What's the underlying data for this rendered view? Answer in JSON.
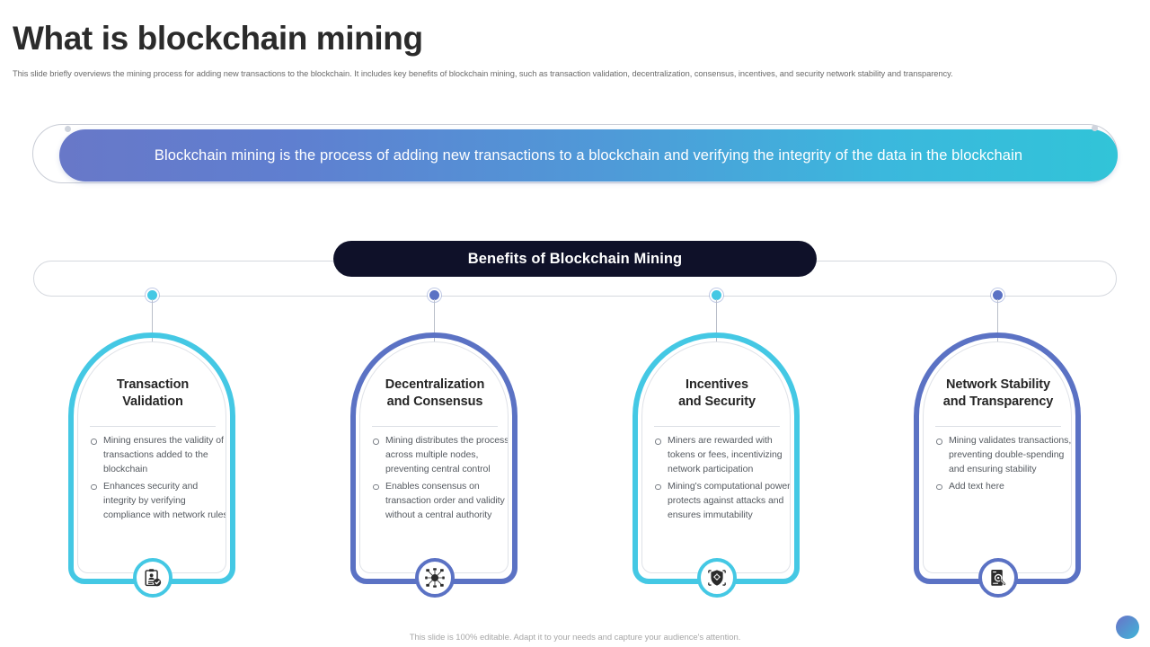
{
  "header": {
    "title": "What is blockchain mining",
    "subtitle": "This slide briefly overviews the mining process for adding new transactions to the blockchain. It includes key benefits of blockchain mining,  such as transaction validation, decentralization, consensus, incentives, and security network stability and transparency."
  },
  "hero": {
    "text": "Blockchain mining is the process of adding new transactions to a blockchain and verifying the integrity of the data in the blockchain",
    "gradient_from": "#6878c8",
    "gradient_to": "#31c4d8"
  },
  "section": {
    "heading": "Benefits of Blockchain Mining",
    "pill_color": "#0f1129"
  },
  "cards": [
    {
      "title": "Transaction\nValidation",
      "title_line1": "Transaction",
      "title_line2": "Validation",
      "accent": "#44c8e4",
      "icon": "clipboard-id-check-icon",
      "bullets": [
        "Mining ensures the validity of transactions added to the blockchain",
        "Enhances security and integrity by verifying compliance with network rules"
      ]
    },
    {
      "title": "Decentralization\nand Consensus",
      "title_line1": "Decentralization",
      "title_line2": "and Consensus",
      "accent": "#5b72c4",
      "icon": "network-nodes-icon",
      "bullets": [
        "Mining distributes the process across multiple nodes, preventing central control",
        "Enables consensus on transaction order and validity without a central authority"
      ]
    },
    {
      "title": "Incentives\nand Security",
      "title_line1": "Incentives",
      "title_line2": "and Security",
      "accent": "#44c8e4",
      "icon": "shield-security-icon",
      "bullets": [
        "Miners are rewarded with tokens or fees, incentivizing network participation",
        "Mining's computational power protects against attacks and ensures immutability"
      ]
    },
    {
      "title": "Network Stability\nand Transparency",
      "title_line1": "Network Stability",
      "title_line2": "and Transparency",
      "accent": "#5b72c4",
      "icon": "document-magnifier-icon",
      "bullets": [
        "Mining validates transactions, preventing double-spending and ensuring stability",
        "Add text here"
      ]
    }
  ],
  "footer": {
    "note": "This slide is 100% editable. Adapt it to your needs and capture your audience's attention."
  }
}
